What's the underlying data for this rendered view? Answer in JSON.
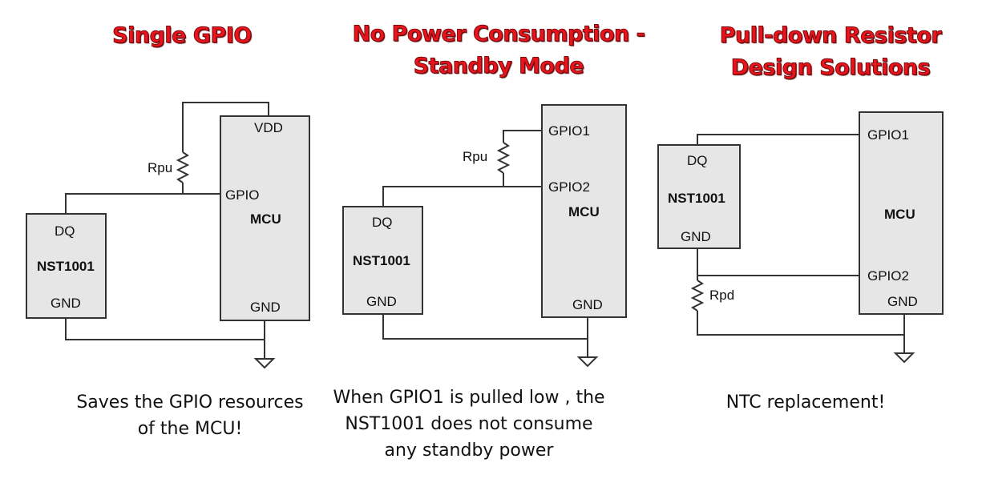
{
  "panels": [
    {
      "title_lines": [
        "Single GPIO"
      ],
      "caption_lines": [
        "Saves the GPIO resources",
        "of the MCU!"
      ],
      "sensor": {
        "name": "NST1001",
        "pin_dq": "DQ",
        "pin_gnd": "GND"
      },
      "mcu": {
        "name": "MCU",
        "pin_vdd": "VDD",
        "pin_gpio": "GPIO",
        "pin_gnd": "GND"
      },
      "resistor_label": "Rpu"
    },
    {
      "title_lines": [
        "No Power Consumption -",
        "Standby Mode"
      ],
      "caption_lines": [
        "When GPIO1 is pulled low , the",
        "NST1001 does not consume",
        "any standby power"
      ],
      "sensor": {
        "name": "NST1001",
        "pin_dq": "DQ",
        "pin_gnd": "GND"
      },
      "mcu": {
        "name": "MCU",
        "pin_gpio1": "GPIO1",
        "pin_gpio2": "GPIO2",
        "pin_gnd": "GND"
      },
      "resistor_label": "Rpu"
    },
    {
      "title_lines": [
        "Pull-down Resistor",
        "Design Solutions"
      ],
      "caption_lines": [
        "NTC replacement!"
      ],
      "sensor": {
        "name": "NST1001",
        "pin_dq": "DQ",
        "pin_gnd": "GND"
      },
      "mcu": {
        "name": "MCU",
        "pin_gpio1": "GPIO1",
        "pin_gpio2": "GPIO2",
        "pin_gnd": "GND"
      },
      "resistor_label": "Rpd"
    }
  ]
}
